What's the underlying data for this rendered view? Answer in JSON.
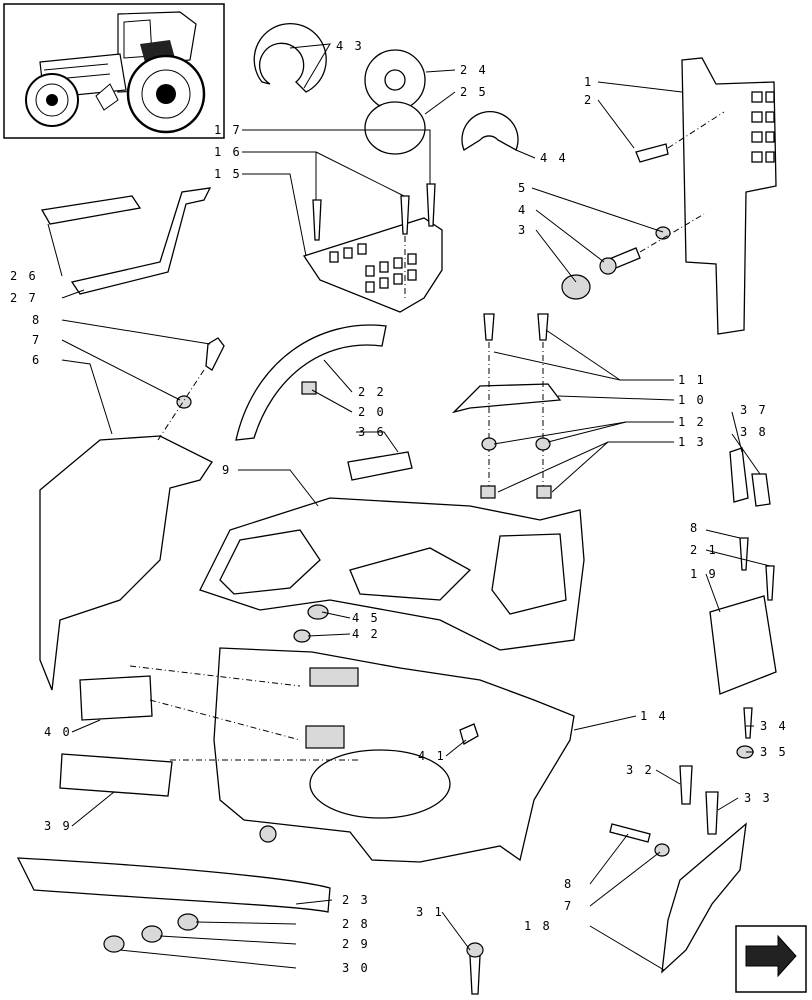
{
  "callouts": [
    {
      "id": "c1",
      "text": "1"
    },
    {
      "id": "c2",
      "text": "2"
    },
    {
      "id": "c3",
      "text": "3"
    },
    {
      "id": "c4",
      "text": "4"
    },
    {
      "id": "c5",
      "text": "5"
    },
    {
      "id": "c6",
      "text": "6"
    },
    {
      "id": "c7a",
      "text": "7"
    },
    {
      "id": "c7b",
      "text": "7"
    },
    {
      "id": "c8a",
      "text": "8"
    },
    {
      "id": "c8b",
      "text": "8"
    },
    {
      "id": "c8c",
      "text": "8"
    },
    {
      "id": "c9",
      "text": "9"
    },
    {
      "id": "c10",
      "text": "10"
    },
    {
      "id": "c11",
      "text": "11"
    },
    {
      "id": "c12",
      "text": "12"
    },
    {
      "id": "c13",
      "text": "13"
    },
    {
      "id": "c14",
      "text": "14"
    },
    {
      "id": "c15",
      "text": "15"
    },
    {
      "id": "c16",
      "text": "16"
    },
    {
      "id": "c17",
      "text": "17"
    },
    {
      "id": "c18",
      "text": "18"
    },
    {
      "id": "c19",
      "text": "19"
    },
    {
      "id": "c20",
      "text": "20"
    },
    {
      "id": "c21",
      "text": "21"
    },
    {
      "id": "c22",
      "text": "22"
    },
    {
      "id": "c23",
      "text": "23"
    },
    {
      "id": "c24",
      "text": "24"
    },
    {
      "id": "c25",
      "text": "25"
    },
    {
      "id": "c26",
      "text": "26"
    },
    {
      "id": "c27",
      "text": "27"
    },
    {
      "id": "c28",
      "text": "28"
    },
    {
      "id": "c29",
      "text": "29"
    },
    {
      "id": "c30",
      "text": "30"
    },
    {
      "id": "c31",
      "text": "31"
    },
    {
      "id": "c32",
      "text": "32"
    },
    {
      "id": "c33",
      "text": "33"
    },
    {
      "id": "c34",
      "text": "34"
    },
    {
      "id": "c35",
      "text": "35"
    },
    {
      "id": "c36",
      "text": "36"
    },
    {
      "id": "c37",
      "text": "37"
    },
    {
      "id": "c38",
      "text": "38"
    },
    {
      "id": "c39",
      "text": "39"
    },
    {
      "id": "c40",
      "text": "40"
    },
    {
      "id": "c41",
      "text": "41"
    },
    {
      "id": "c42",
      "text": "42"
    },
    {
      "id": "c43",
      "text": "43"
    },
    {
      "id": "c44",
      "text": "44"
    },
    {
      "id": "c45",
      "text": "45"
    }
  ],
  "icons": {
    "thumbnail": "tractor-thumbnail-icon",
    "navigation": "bent-arrow-navigation-icon"
  }
}
